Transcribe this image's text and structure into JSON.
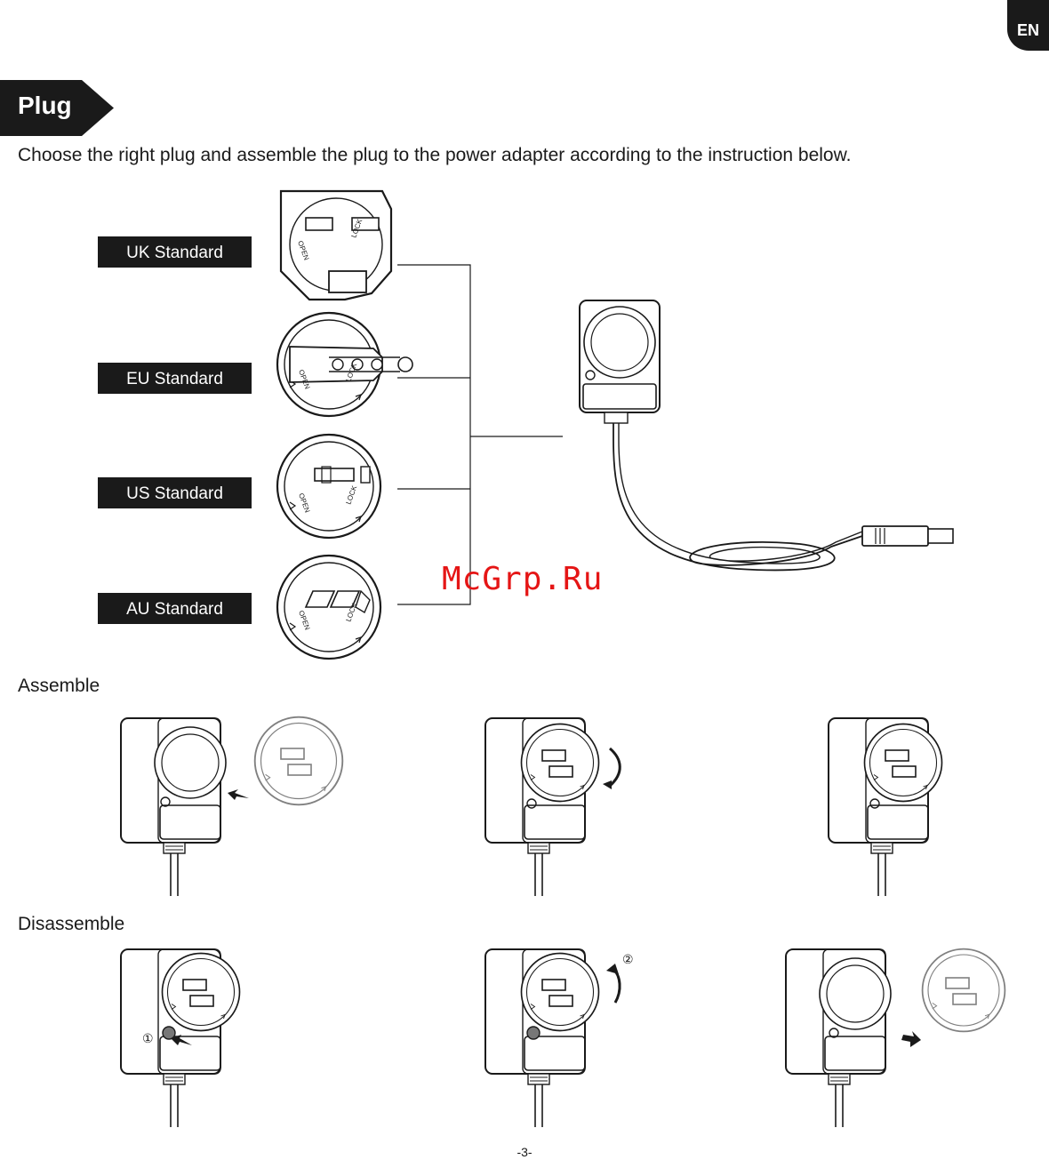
{
  "lang_tab": "EN",
  "section_title": "Plug",
  "intro": "Choose the right plug and assemble the plug to the power adapter according to the instruction below.",
  "standards": [
    {
      "label": "UK Standard"
    },
    {
      "label": "EU Standard"
    },
    {
      "label": "US Standard"
    },
    {
      "label": "AU Standard"
    }
  ],
  "dial_text": {
    "open": "OPEN",
    "lock": "LOCK"
  },
  "watermark": "McGrp.Ru",
  "assemble_label": "Assemble",
  "disassemble_label": "Disassemble",
  "step_markers": {
    "one": "①",
    "two": "②"
  },
  "page_number": "-3-"
}
